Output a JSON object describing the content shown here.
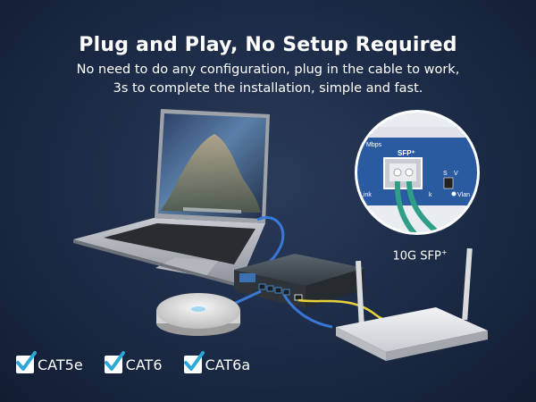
{
  "headline": "Plug and Play, No Setup Required",
  "subtext": {
    "line1": "No need to do any configuration, plug in the cable to work,",
    "line2": "3s to complete the installation, simple and fast."
  },
  "zoom_panel": {
    "port_label": "SFP⁺",
    "mbps_label": "Mbps",
    "link_label": "Link",
    "link2_label": "k",
    "vlan_label": "Vlan",
    "switch_s": "S",
    "switch_v": "V",
    "caption_main": "10G SFP",
    "caption_sup": "+"
  },
  "cables": [
    {
      "label": "CAT5e",
      "icon": "checkbox-checked-icon"
    },
    {
      "label": "CAT6",
      "icon": "checkbox-checked-icon"
    },
    {
      "label": "CAT6a",
      "icon": "checkbox-checked-icon"
    }
  ],
  "colors": {
    "background": "#1b2a45",
    "check": "#2ba8d8",
    "blue_cable": "#3a78d8",
    "yellow_cable": "#e8d23a",
    "fiber": "#2f9e86"
  }
}
